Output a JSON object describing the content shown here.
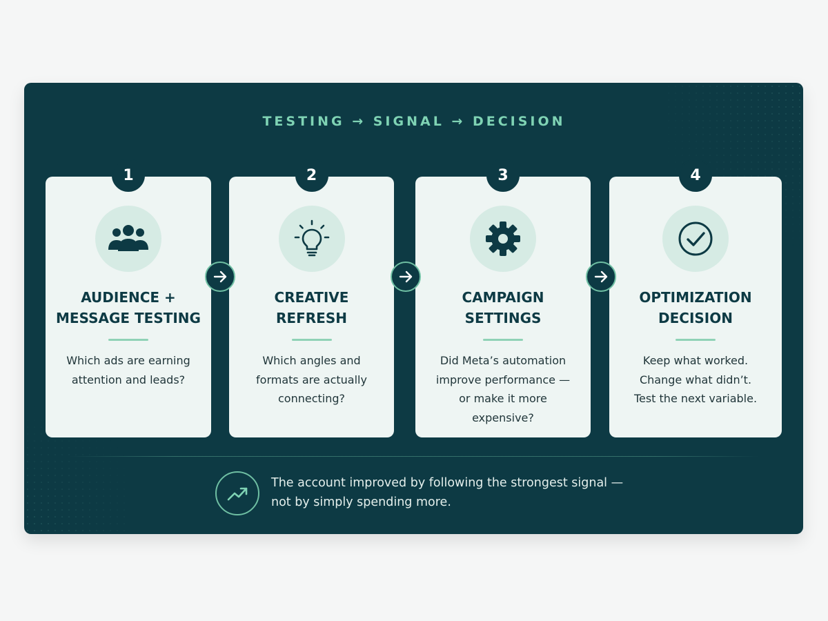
{
  "header": {
    "title": "TESTING → SIGNAL → DECISION"
  },
  "steps": [
    {
      "number": "1",
      "icon": "users-icon",
      "title": [
        "AUDIENCE +",
        "MESSAGE TESTING"
      ],
      "description": [
        "Which ads are earning",
        "attention and leads?"
      ]
    },
    {
      "number": "2",
      "icon": "lightbulb-icon",
      "title": [
        "CREATIVE",
        "REFRESH"
      ],
      "description": [
        "Which angles and",
        "formats are actually",
        "connecting?"
      ]
    },
    {
      "number": "3",
      "icon": "gear-icon",
      "title": [
        "CAMPAIGN",
        "SETTINGS"
      ],
      "description": [
        "Did Meta’s automation",
        "improve performance —",
        "or make it more",
        "expensive?"
      ]
    },
    {
      "number": "4",
      "icon": "check-circle-icon",
      "title": [
        "OPTIMIZATION",
        "DECISION"
      ],
      "description": [
        "Keep what worked.",
        "Change what didn’t.",
        "Test the next variable."
      ]
    }
  ],
  "footer": {
    "icon": "trend-up-icon",
    "lines": [
      "The account improved by following the strongest signal —",
      "not by simply spending more."
    ]
  },
  "colors": {
    "panel": "#0d3a44",
    "accent": "#7fd3b4",
    "card": "#eef5f3",
    "icon_bg": "#d6ebe4"
  }
}
